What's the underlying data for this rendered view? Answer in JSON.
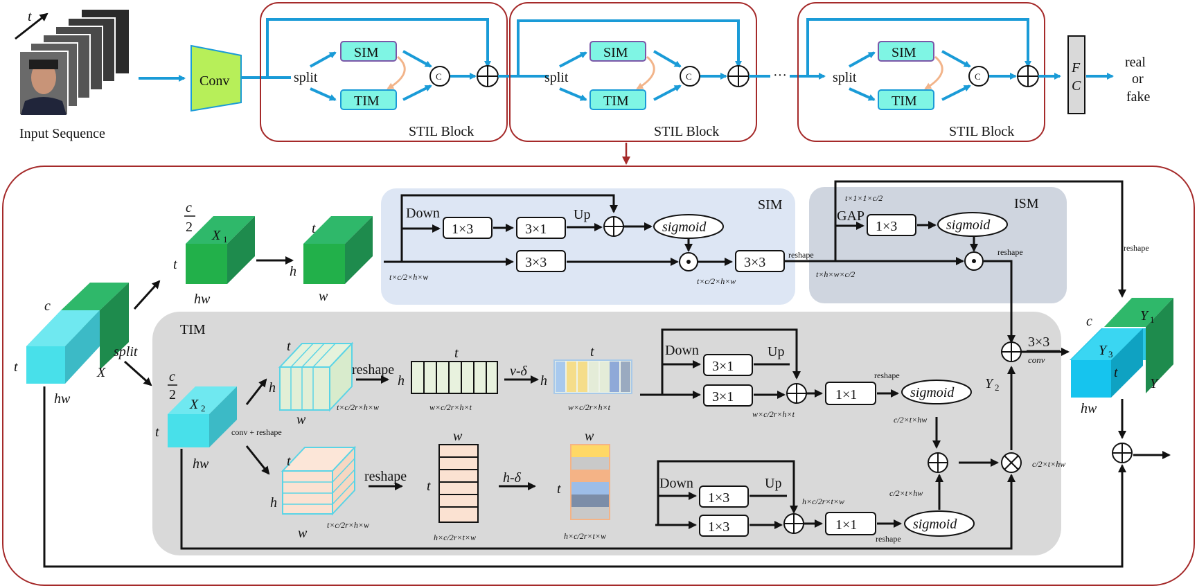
{
  "top": {
    "time_label": "t",
    "input_caption": "Input Sequence",
    "conv_label": "Conv",
    "split_label": "split",
    "sim_label": "SIM",
    "tim_label": "TIM",
    "concat_label": "C",
    "block_label": "STIL Block",
    "ellipsis": "···",
    "fc_label_1": "F",
    "fc_label_2": "C",
    "output_1": "real",
    "output_2": "or",
    "output_3": "fake"
  },
  "colors": {
    "accent_blue": "#1a9bd7",
    "block_border": "#a52a2a",
    "module_fill": "#7ff5e4",
    "conv_fill": "#b7ef59",
    "sim_panel": "#dde6f4",
    "ism_panel": "#cfd5df",
    "tim_panel": "#d9d9d9"
  },
  "detail": {
    "x_label": "X",
    "c_label": "c",
    "t_label": "t",
    "hw_label": "hw",
    "split_label": "split",
    "x1_label": "X",
    "x1_sub": "1",
    "half_c_num": "c",
    "half_c_den": "2",
    "h_label": "h",
    "w_label": "w",
    "x2_label": "X",
    "x2_sub": "2",
    "conv_reshape": "conv + reshape",
    "sim": {
      "title": "SIM",
      "down": "Down",
      "up": "Up",
      "k13": "1×3",
      "k31": "3×1",
      "k33": "3×3",
      "k33b": "3×3",
      "sigmoid": "sigmoid",
      "dim_in": "t×c/2×h×w",
      "dim_out": "t×c/2×h×w",
      "reshape": "reshape"
    },
    "ism": {
      "title": "ISM",
      "gap": "GAP",
      "gap_dim": "t×1×1×c/2",
      "k13": "1×3",
      "sigmoid": "sigmoid",
      "dim_in": "t×h×w×c/2",
      "reshape": "reshape"
    },
    "tim": {
      "title": "TIM",
      "reshape_1": "reshape",
      "reshape_2": "reshape",
      "v_delta": "v-δ",
      "h_delta": "h-δ",
      "dim_a1": "t×c/2r×h×w",
      "dim_a2": "w×c/2r×h×t",
      "dim_a3": "w×c/2r×h×t",
      "dim_a4": "w×c/2r×h×t",
      "dim_b1": "t×c/2r×h×w",
      "dim_b2": "h×c/2r×t×w",
      "dim_b3": "h×c/2r×t×w",
      "dim_b4": "h×c/2r×t×w",
      "down_a": "Down",
      "up_a": "Up",
      "down_b": "Down",
      "up_b": "Up",
      "k31a": "3×1",
      "k31b": "3×1",
      "k11a": "1×1",
      "k13a": "1×3",
      "k13b": "1×3",
      "k11b": "1×1",
      "sigmoid_a": "sigmoid",
      "sigmoid_b": "sigmoid",
      "reshape_a": "reshape",
      "reshape_b": "reshape",
      "dim_sig_a": "c/2×t×hw",
      "dim_sig_b": "c/2×t×hw",
      "dim_mul": "c/2×t×hw"
    },
    "y2_label": "Y",
    "y2_sub": "2",
    "conv33": "3×3",
    "conv_word": "conv",
    "reshape_right": "reshape",
    "y_label": "Y",
    "y1_label": "Y",
    "y1_sub": "1",
    "y3_label": "Y",
    "y3_sub": "3"
  }
}
